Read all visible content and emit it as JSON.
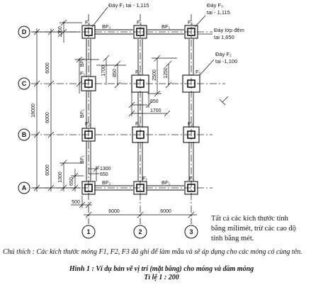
{
  "axes": {
    "rows": [
      "D",
      "C",
      "B",
      "A"
    ],
    "cols": [
      "1",
      "2",
      "3"
    ]
  },
  "dims": {
    "left_6000_top": "6000",
    "left_6000_mid": "6000",
    "left_6000_bot": "6000",
    "left_18000": "18000",
    "d1050": "1050",
    "d1700_left": "1700",
    "d850_left": "850",
    "d1300_v": "1300",
    "d650_v": "650",
    "d1300_h": "1300",
    "d650_h": "650",
    "d2500": "2500",
    "d1250": "1250",
    "d850_right": "850",
    "d1700_right": "1700",
    "d500": "500",
    "bottom_6000_a": "6000",
    "bottom_6000_b": "6000"
  },
  "labels": {
    "f1": "F₁",
    "f2": "F₂",
    "f3": "F₃",
    "bf1": "BF₁",
    "bf2": "BF₂"
  },
  "callouts": {
    "f1_l1": "Đáy F₁ tại - 1,115",
    "f3_l1": "Đáy F₃",
    "f3_l2": "tại - 1,115",
    "lop_l1": "Đáy lớp đệm",
    "lop_l2": "tại 1,650",
    "f2_l1": "Đáy F₂",
    "f2_l2": "tại -1,100"
  },
  "units_note": {
    "l1": "Tất cả các kích thước tính",
    "l2": "bằng milimét, trừ các cao độ",
    "l3": "tính bằng mét."
  },
  "captions": {
    "note": "Chú thích : Các kích thước móng F1, F2, F3 đã ghi để làm mẫu và sẽ áp dụng cho các móng có cùng tên.",
    "title": "Hình 1 : Ví dụ bản vẽ vị trí (mặt bằng) cho móng và dầm móng",
    "scale": "Tỉ lệ 1 : 200"
  }
}
